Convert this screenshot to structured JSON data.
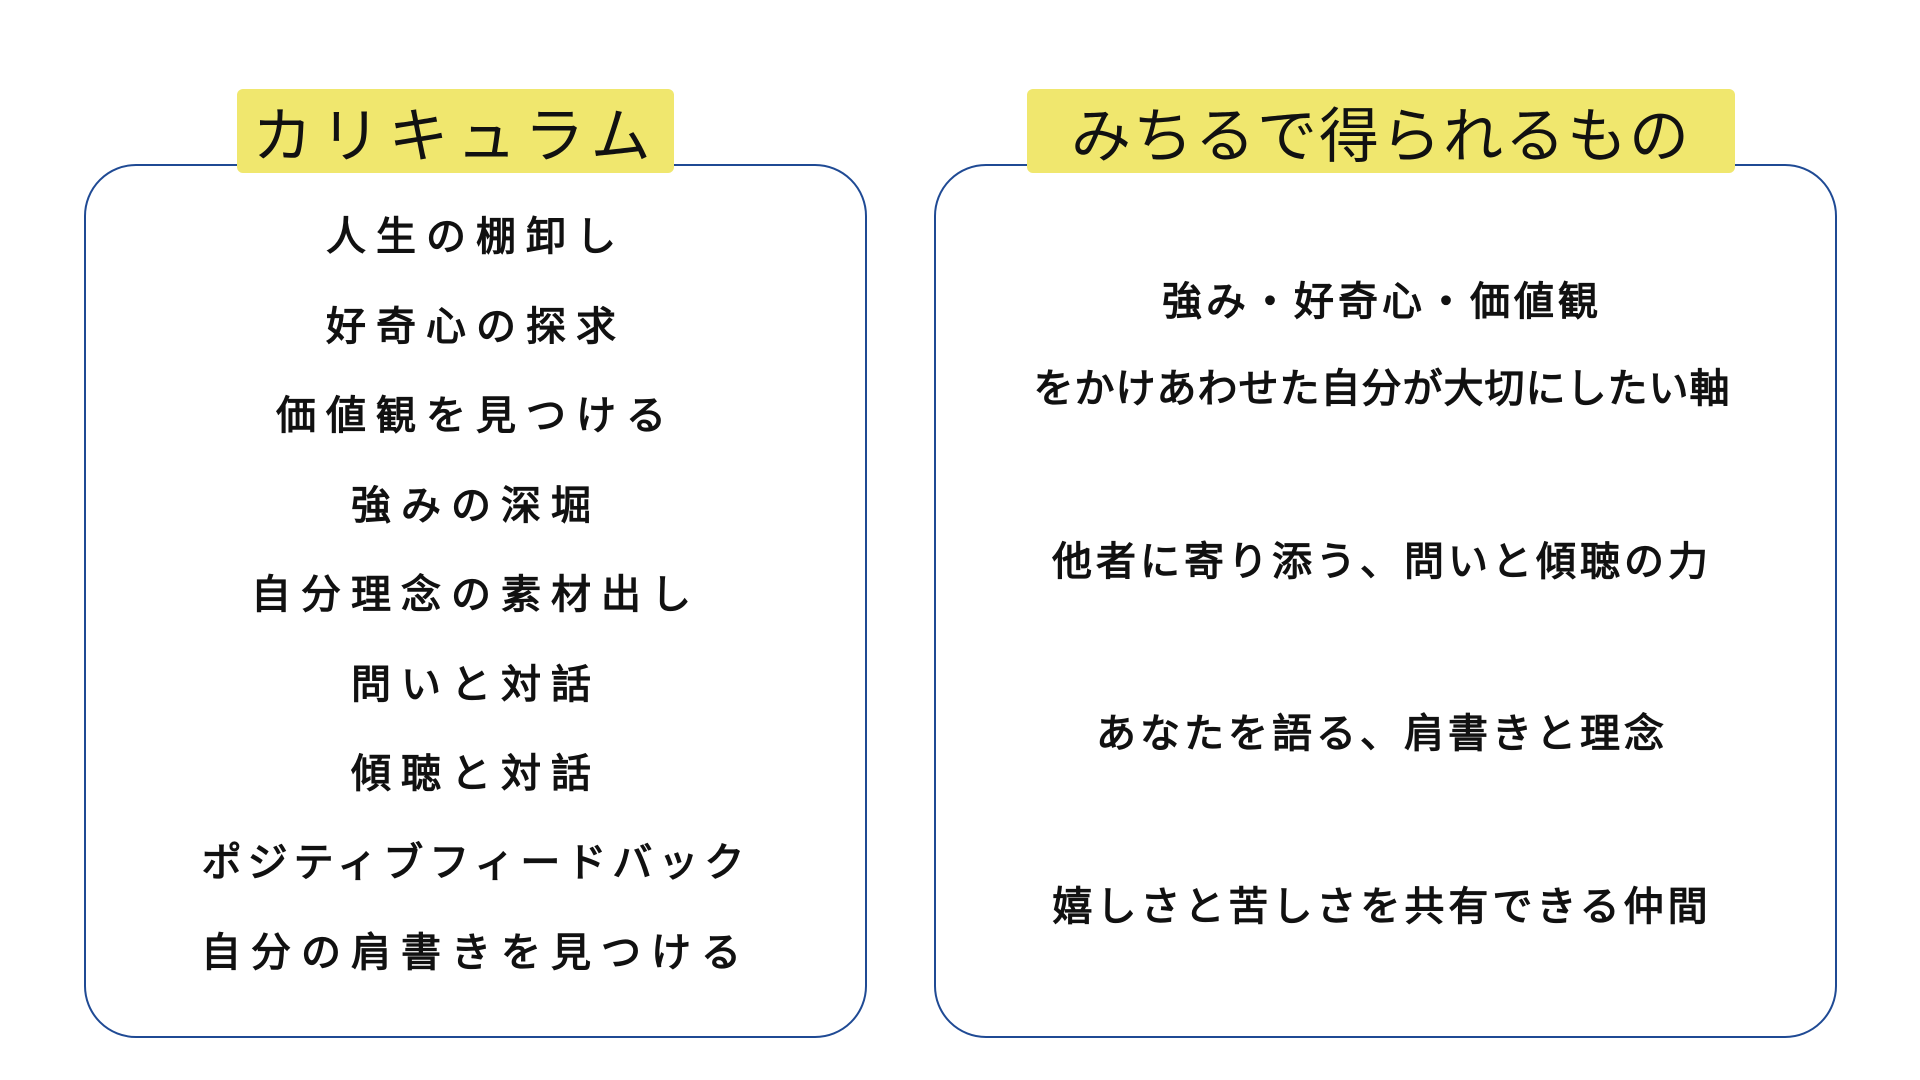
{
  "curriculum": {
    "title": "カリキュラム",
    "items": [
      "人生の棚卸し",
      "好奇心の探求",
      "価値観を見つける",
      "強みの深堀",
      "自分理念の素材出し",
      "問いと対話",
      "傾聴と対話",
      "ポジティブフィードバック",
      "自分の肩書きを見つける"
    ]
  },
  "benefits": {
    "title": "みちるで得られるもの",
    "items": [
      "強み・好奇心・価値観",
      "をかけあわせた自分が大切にしたい軸",
      "他者に寄り添う、問いと傾聴の力",
      "あなたを語る、肩書きと理念",
      "嬉しさと苦しさを共有できる仲間"
    ]
  },
  "colors": {
    "border": "#1f4a94",
    "highlight": "#f0e76e"
  }
}
